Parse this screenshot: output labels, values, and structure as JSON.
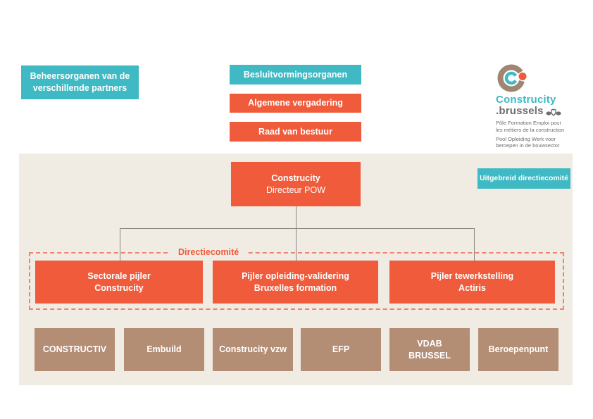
{
  "palette": {
    "teal": "#3FB9C4",
    "orange": "#EF5B3B",
    "brown": "#B48D75",
    "beige_panel": "#F0EBE3",
    "dashed_border": "#F2826B",
    "connector_line": "#8A8680",
    "logo_brown": "#A08672",
    "logo_gray": "#6D6E71"
  },
  "header": {
    "partners_box": "Beheersorganen van de verschillende partners",
    "decision_box": "Besluitvormingsorganen",
    "general_assembly": "Algemene vergadering",
    "board": "Raad van bestuur"
  },
  "logo": {
    "name": "Construcity",
    "domain": ".brussels",
    "tagline_fr_1": "Pôle Formation Emploi pour",
    "tagline_fr_2": "les métiers de la construction",
    "tagline_nl_1": "Pool Opleiding Werk voor",
    "tagline_nl_2": "beroepen in de bouwsector"
  },
  "org": {
    "root": {
      "title": "Construcity",
      "subtitle": "Directeur POW"
    },
    "extended_committee": "Uitgebreid directiecomité",
    "committee_label": "Directiecomité",
    "pillars": [
      {
        "line1": "Sectorale pijler",
        "line2": "Construcity"
      },
      {
        "line1": "Pijler opleiding-validering",
        "line2": "Bruxelles formation"
      },
      {
        "line1": "Pijler tewerkstelling",
        "line2": "Actiris"
      }
    ],
    "partners": [
      "CONSTRUCTIV",
      "Embuild",
      "Construcity vzw",
      "EFP",
      "VDAB\nBRUSSEL",
      "Beroepenpunt"
    ]
  }
}
